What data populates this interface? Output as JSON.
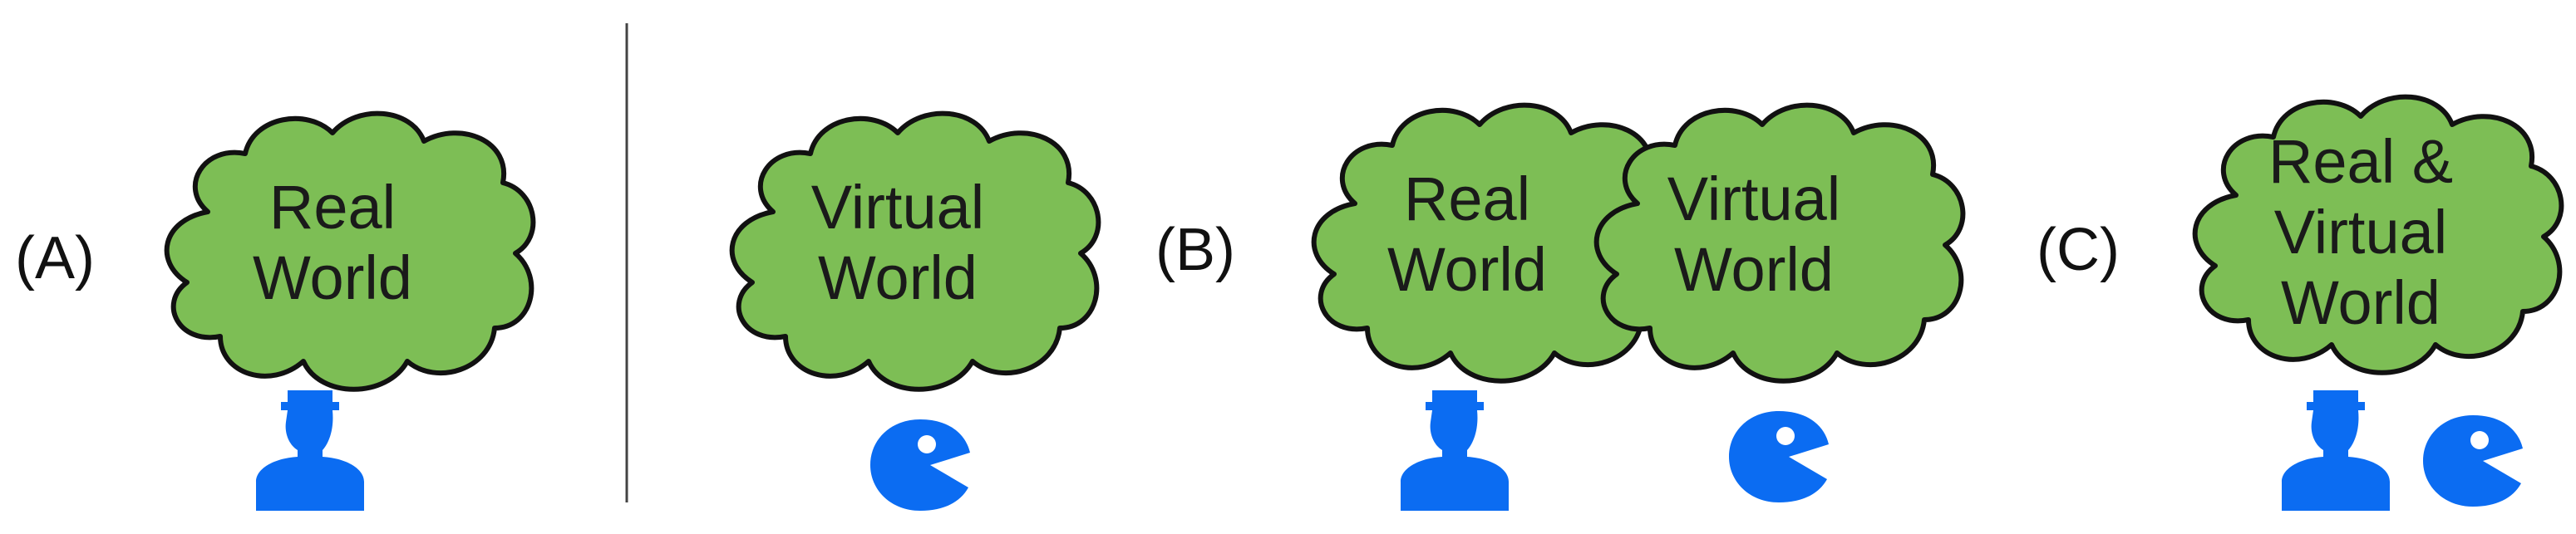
{
  "colors": {
    "cloud_fill": "#7dbe55",
    "cloud_stroke": "#111111",
    "agent_blue": "#0b6cf2",
    "divider": "#444444",
    "text": "#1a1a1a"
  },
  "panels": [
    {
      "id": "A",
      "label": "(A)",
      "clouds": [
        {
          "lines": [
            "Real",
            "World"
          ]
        },
        {
          "lines": [
            "Virtual",
            "World"
          ]
        }
      ],
      "agents": [
        "person-icon",
        "pacman-icon"
      ]
    },
    {
      "id": "B",
      "label": "(B)",
      "clouds": [
        {
          "lines": [
            "Real",
            "World"
          ]
        },
        {
          "lines": [
            "Virtual",
            "World"
          ]
        }
      ],
      "agents": [
        "person-icon",
        "pacman-icon"
      ]
    },
    {
      "id": "C",
      "label": "(C)",
      "clouds": [
        {
          "lines": [
            "Real &",
            "Virtual",
            "World"
          ]
        }
      ],
      "agents": [
        "person-icon",
        "pacman-icon"
      ]
    }
  ]
}
